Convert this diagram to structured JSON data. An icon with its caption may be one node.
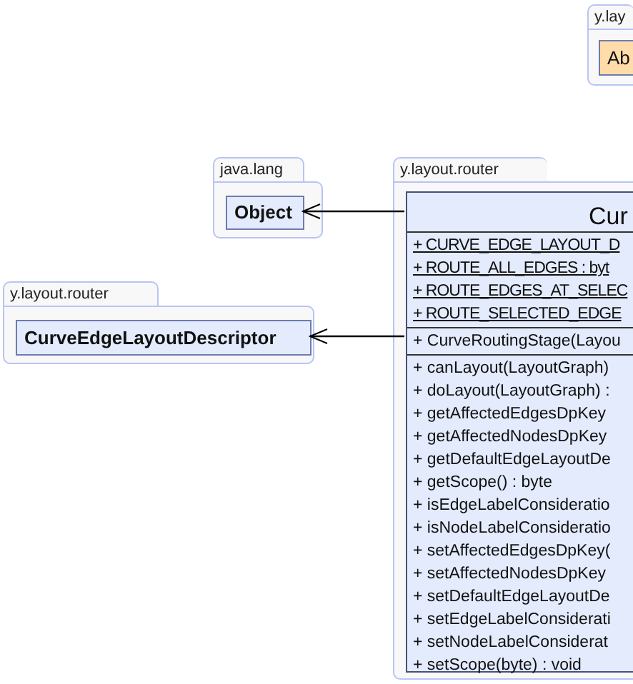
{
  "diagram": {
    "nodes": [
      {
        "text": [
          "y.lay"
        ]
      },
      {
        "text": [
          "Ab"
        ],
        "in": 0
      },
      {
        "text": [
          "java.lang"
        ]
      },
      {
        "text": [
          "Object"
        ],
        "in": 2
      },
      {
        "text": [
          "y.layout.router"
        ]
      },
      {
        "text": [
          "CurveEdgeLayoutDescriptor"
        ],
        "in": 4
      },
      {
        "text": [
          "y.layout.router"
        ]
      },
      {
        "text": [
          "Cur",
          "+ CURVE_EDGE_LAYOUT_D",
          "+ ROUTE_ALL_EDGES : byt",
          "+ ROUTE_EDGES_AT_SELEC",
          "+ ROUTE_SELECTED_EDGE",
          "+ CurveRoutingStage(Layou",
          "+ canLayout(LayoutGraph)",
          "+ doLayout(LayoutGraph) :",
          "+ getAffectedEdgesDpKey",
          "+ getAffectedNodesDpKey",
          "+ getDefaultEdgeLayoutDe",
          "+ getScope() : byte",
          "+ isEdgeLabelConsideratio",
          "+ isNodeLabelConsideratio",
          "+ setAffectedEdgesDpKey(",
          "+ setAffectedNodesDpKey",
          "+ setDefaultEdgeLayoutDe",
          "+ setEdgeLabelConsiderati",
          "+ setNodeLabelConsiderat",
          "+ setScope(byte) : void"
        ],
        "in": 6
      }
    ],
    "edges": [
      {
        "from": 7,
        "to": 3,
        "arrow": "to"
      },
      {
        "from": 7,
        "to": 5,
        "arrow": "to"
      }
    ]
  }
}
